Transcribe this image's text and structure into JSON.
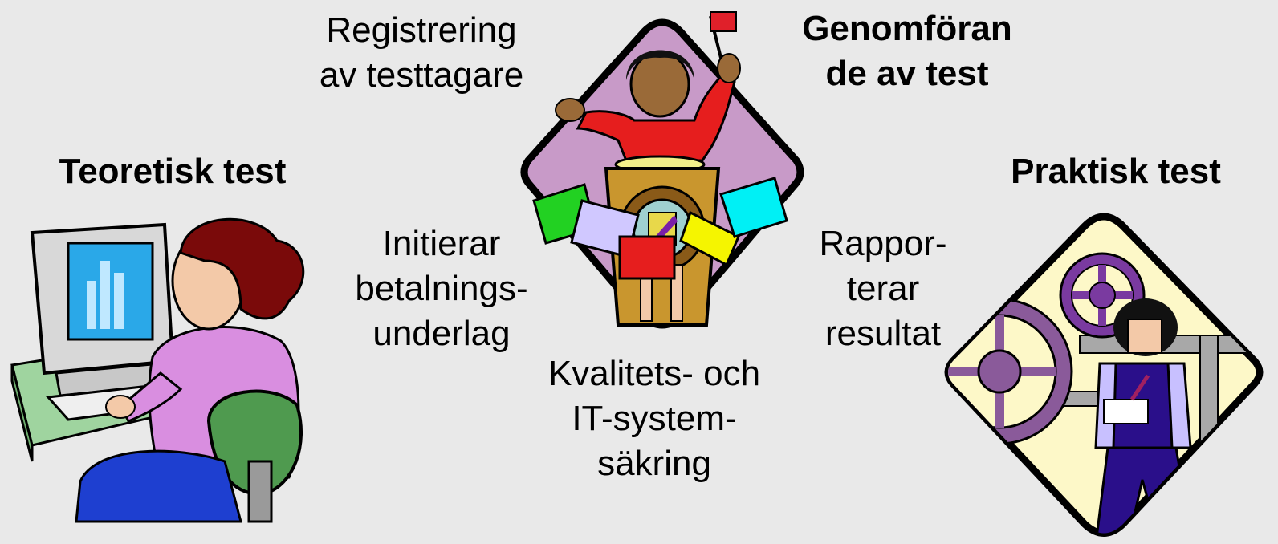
{
  "labels": {
    "theoretical": [
      "Teoretisk test"
    ],
    "registration": [
      "Registrering",
      "av testtagare"
    ],
    "conducting": [
      "Genomföran",
      "de av test"
    ],
    "practical": [
      "Praktisk test"
    ],
    "payment": [
      "Initierar",
      "betalnings-",
      "underlag"
    ],
    "reporting": [
      "Rappor-",
      "terar",
      "resultat"
    ],
    "quality": [
      "Kvalitets- och",
      "IT-system-",
      "säkring"
    ]
  },
  "colors": {
    "background": "#e9e9e9",
    "diamond_center": "#c89ac8",
    "diamond_right": "#fdf8c8",
    "outline": "#000000"
  },
  "icons": {
    "left": "woman-at-computer-icon",
    "center": "speaker-at-podium-icon",
    "right": "worker-with-gears-icon"
  }
}
